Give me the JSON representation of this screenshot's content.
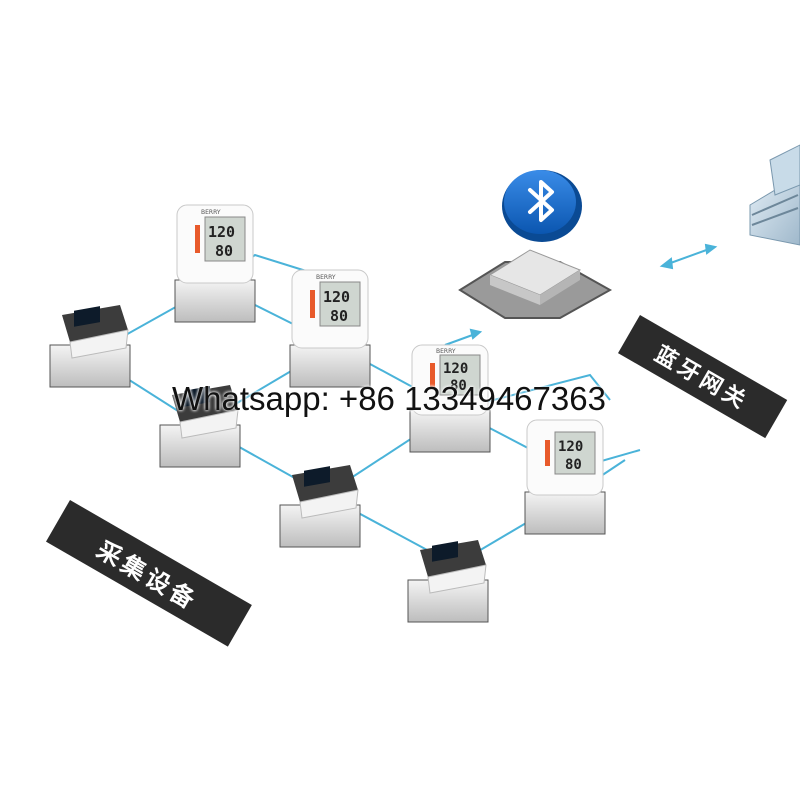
{
  "labels": {
    "collection_devices": "采集设备",
    "bluetooth_gateway": "蓝牙网关"
  },
  "watermark": "Whatsapp: +86 13349467363",
  "device_text": {
    "bp_brand": "BERRY",
    "bp_systolic": "120",
    "bp_diastolic": "80"
  },
  "icons": {
    "bluetooth": "bluetooth-icon",
    "gateway": "gateway-device-icon",
    "server": "server-icon"
  },
  "colors": {
    "network_line": "#4ab3d9",
    "bluetooth_blue": "#1e6fd0",
    "banner_bg": "#2b2b2b",
    "banner_text": "#ffffff"
  }
}
